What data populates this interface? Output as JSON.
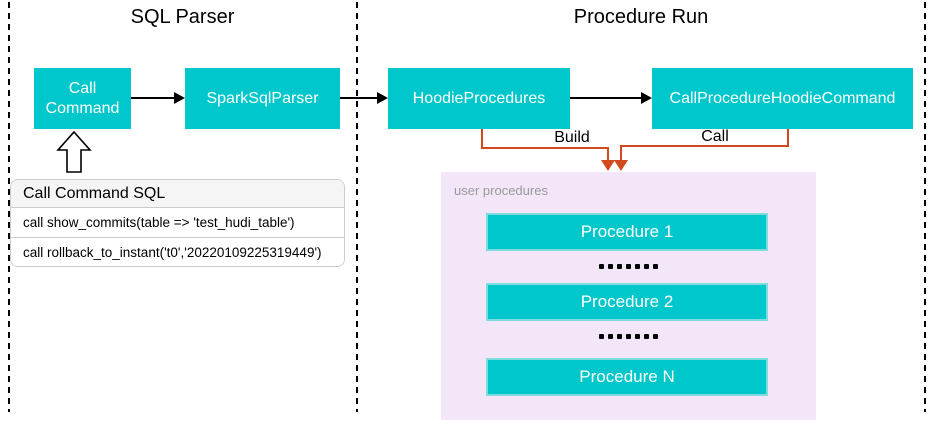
{
  "diagram": {
    "sections": [
      {
        "title": "SQL Parser"
      },
      {
        "title": "Procedure Run"
      }
    ]
  },
  "nodes": {
    "call_command": "Call Command",
    "spark_sql_parser": "SparkSqlParser",
    "hoodie_procedures": "HoodieProcedures",
    "call_procedure_hoodie_command": "CallProcedureHoodieCommand"
  },
  "edges": {
    "build": "Build",
    "call": "Call"
  },
  "sql_panel": {
    "header": "Call Command SQL",
    "rows": [
      "call show_commits(table => 'test_hudi_table')",
      "call rollback_to_instant('t0','20220109225319449')"
    ]
  },
  "user_procedures": {
    "label": "user procedures",
    "items": [
      "Procedure 1",
      "Procedure 2",
      "Procedure N"
    ],
    "separator_dots": 7
  },
  "colors": {
    "node_fill": "#00C7CB",
    "connector_orange": "#D2491E",
    "procedures_panel_bg": "#F3E6F8",
    "panel_label_gray": "#999999",
    "line_black": "#000000"
  }
}
